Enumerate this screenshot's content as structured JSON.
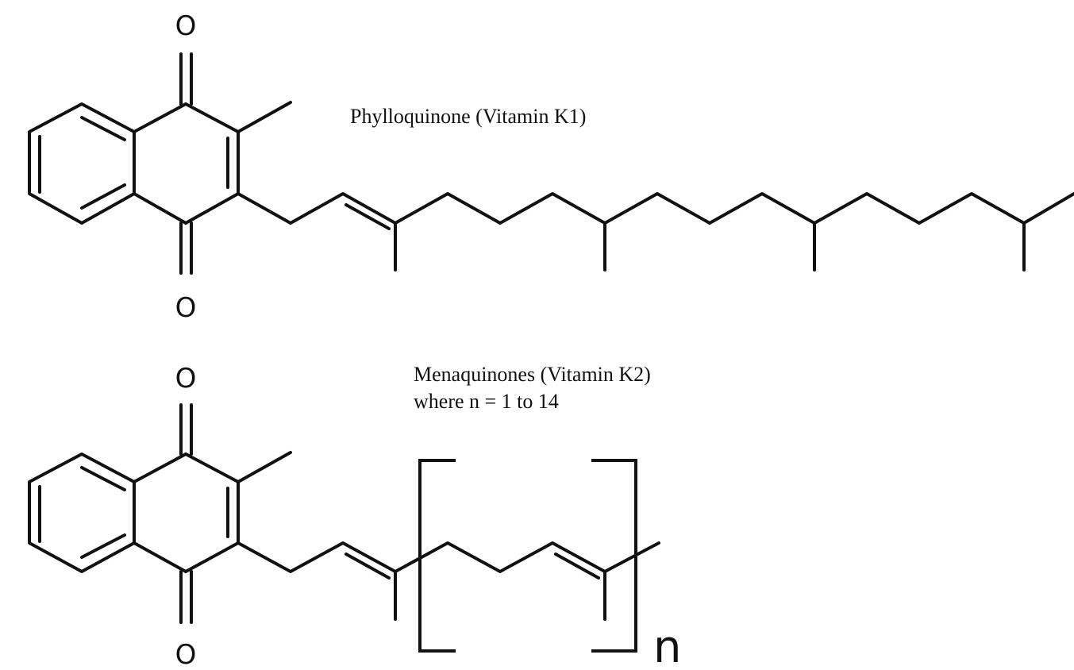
{
  "k1": {
    "caption": "Phylloquinone (Vitamin K1)",
    "oxygen_top": "O",
    "oxygen_bottom": "O"
  },
  "k2": {
    "caption_line1": "Menaquinones (Vitamin K2)",
    "caption_line2": "where n = 1 to 14",
    "oxygen_top": "O",
    "oxygen_bottom": "O",
    "repeat_subscript": "n"
  },
  "colors": {
    "stroke": "#111111",
    "background": "#ffffff"
  }
}
